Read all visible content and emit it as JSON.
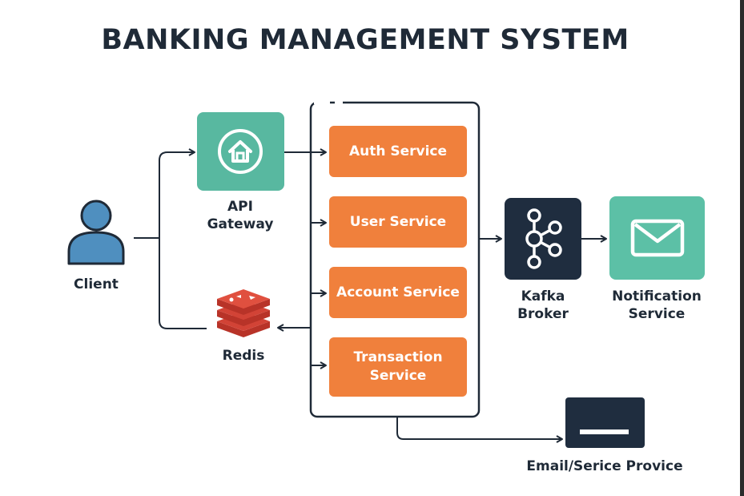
{
  "title": "BANKING MANAGEMENT SYSTEM",
  "nodes": {
    "client": {
      "label": "Client",
      "icon": "user-icon"
    },
    "api_gateway": {
      "label": "API\nGateway",
      "icon": "home-icon"
    },
    "redis": {
      "label": "Redis",
      "icon": "redis-stack-icon"
    },
    "kafka": {
      "label": "Kafka\nBroker",
      "icon": "kafka-icon"
    },
    "notification": {
      "label": "Notification\nService",
      "icon": "envelope-icon"
    },
    "email_provider": {
      "label": "Email/Serice Provice",
      "icon": "card-icon"
    }
  },
  "services": [
    {
      "label": "Auth Service"
    },
    {
      "label": "User Service"
    },
    {
      "label": "Account Service"
    },
    {
      "label": "Transaction\nService"
    }
  ],
  "colors": {
    "service": "#f0803c",
    "gateway": "#58b8a0",
    "notification": "#5cc0a6",
    "kafka": "#1f2d3f",
    "client": "#4f8fbf",
    "redis": "#d24336",
    "text": "#1f2a37",
    "line": "#1f2a37"
  }
}
